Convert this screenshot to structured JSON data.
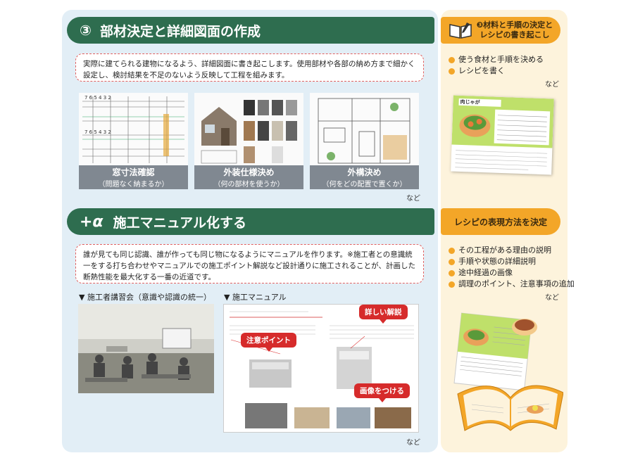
{
  "section3": {
    "number": "③",
    "title": "部材決定と詳細図面の作成",
    "description": "実際に建てられる建物になるよう、詳細図面に書き起こします。使用部材や各部の納め方まで細かく設定し、検討結果を不足のないよう反映して工程を組みます。",
    "images": [
      {
        "title": "窓寸法確認",
        "subtitle": "（問題なく納まるか）"
      },
      {
        "title": "外装仕様決め",
        "subtitle": "（何の部材を使うか）"
      },
      {
        "title": "外構決め",
        "subtitle": "（何をどの配置で置くか）"
      }
    ],
    "etc": "など"
  },
  "sectionAlpha": {
    "number": "+α",
    "title": "施工マニュアル化する",
    "description": "誰が見ても同じ認識、誰が作っても同じ物になるようにマニュアルを作ります。※施工者との意識統一をする打ち合わせやマニュアルでの施工ポイント解説など設計通りに施工されることが、計画した断熱性能を最大化する一番の近道です。",
    "photo_label": "▼ 施工者講習会（意識や認識の統一）",
    "manual_label": "▼ 施工マニュアル",
    "tags": [
      "詳しい解説",
      "注意ポイント",
      "画像をつける"
    ],
    "etc": "など"
  },
  "sidebar": {
    "card1": {
      "title_line1": "❸材料と手順の決定と",
      "title_line2": "レシピの書き起こし",
      "items": [
        "使う食材と手順を決める",
        "レシピを書く"
      ],
      "etc": "など",
      "recipe_title": "肉じゃが"
    },
    "card2": {
      "title": "レシピの表現方法を決定",
      "items": [
        "その工程がある理由の説明",
        "手順や状態の詳細説明",
        "途中経過の画像",
        "調理のポイント、注意事項の追加"
      ],
      "etc": "など"
    }
  },
  "colors": {
    "green": "#2e6d4f",
    "orange": "#f3a628",
    "red": "#d62b2b",
    "blue_bg": "#e2eef6",
    "cream_bg": "#fdf3dc"
  }
}
